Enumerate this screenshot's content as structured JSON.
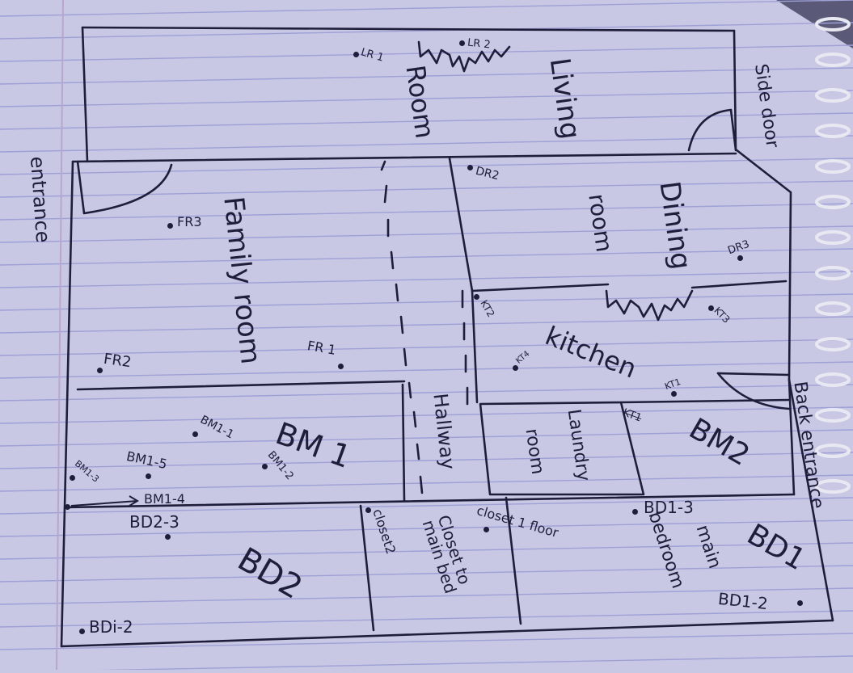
{
  "labels": {
    "living_room_living": "Living",
    "living_room_room": "Room",
    "side_door": "Side door",
    "entrance": "entrance",
    "family_room": "Family room",
    "dining_room_dining": "Dining",
    "dining_room_room": "room",
    "kitchen": "kitchen",
    "hallway": "Hallway",
    "laundry_laundry": "Laundry",
    "laundry_room": "room",
    "back_entrance": "Back entrance",
    "bm1": "BM 1",
    "bm2": "BM2",
    "bd1": "BD1",
    "bd2": "BD2",
    "main_bedroom_main": "main",
    "main_bedroom_bedroom": "bedroom",
    "closet_main_bed": "Closet to\nmain bed",
    "closet1_floor": "closet 1 floor",
    "closet2": "closet2"
  },
  "points": {
    "lr1": "LR 1",
    "lr2": "LR 2",
    "dr2": "DR2",
    "dr3": "DR3",
    "fr1": "FR 1",
    "fr2": "FR2",
    "fr3": "FR3",
    "kt1": "KT1",
    "kt2": "KT2",
    "kt3": "KT3",
    "kt4": "KT4",
    "bm1_1": "BM1-1",
    "bm1_2": "BM1-2",
    "bm1_3": "BM1-3",
    "bm1_4": "BM1-4",
    "bm1_5": "BM1-5",
    "bd1_2_right": "BD1-2",
    "bd1_3": "BD1-3",
    "bd2_3": "BD2-3",
    "bdi_2": "BDi-2",
    "bm2_crossed": "KT1"
  },
  "colors": {
    "paper": "#c8c8e4",
    "rule_line": "#9ea0d6",
    "ink": "#1e1d3a",
    "margin_line": "#b9a6cf",
    "spiral": "#e8e8f2"
  }
}
